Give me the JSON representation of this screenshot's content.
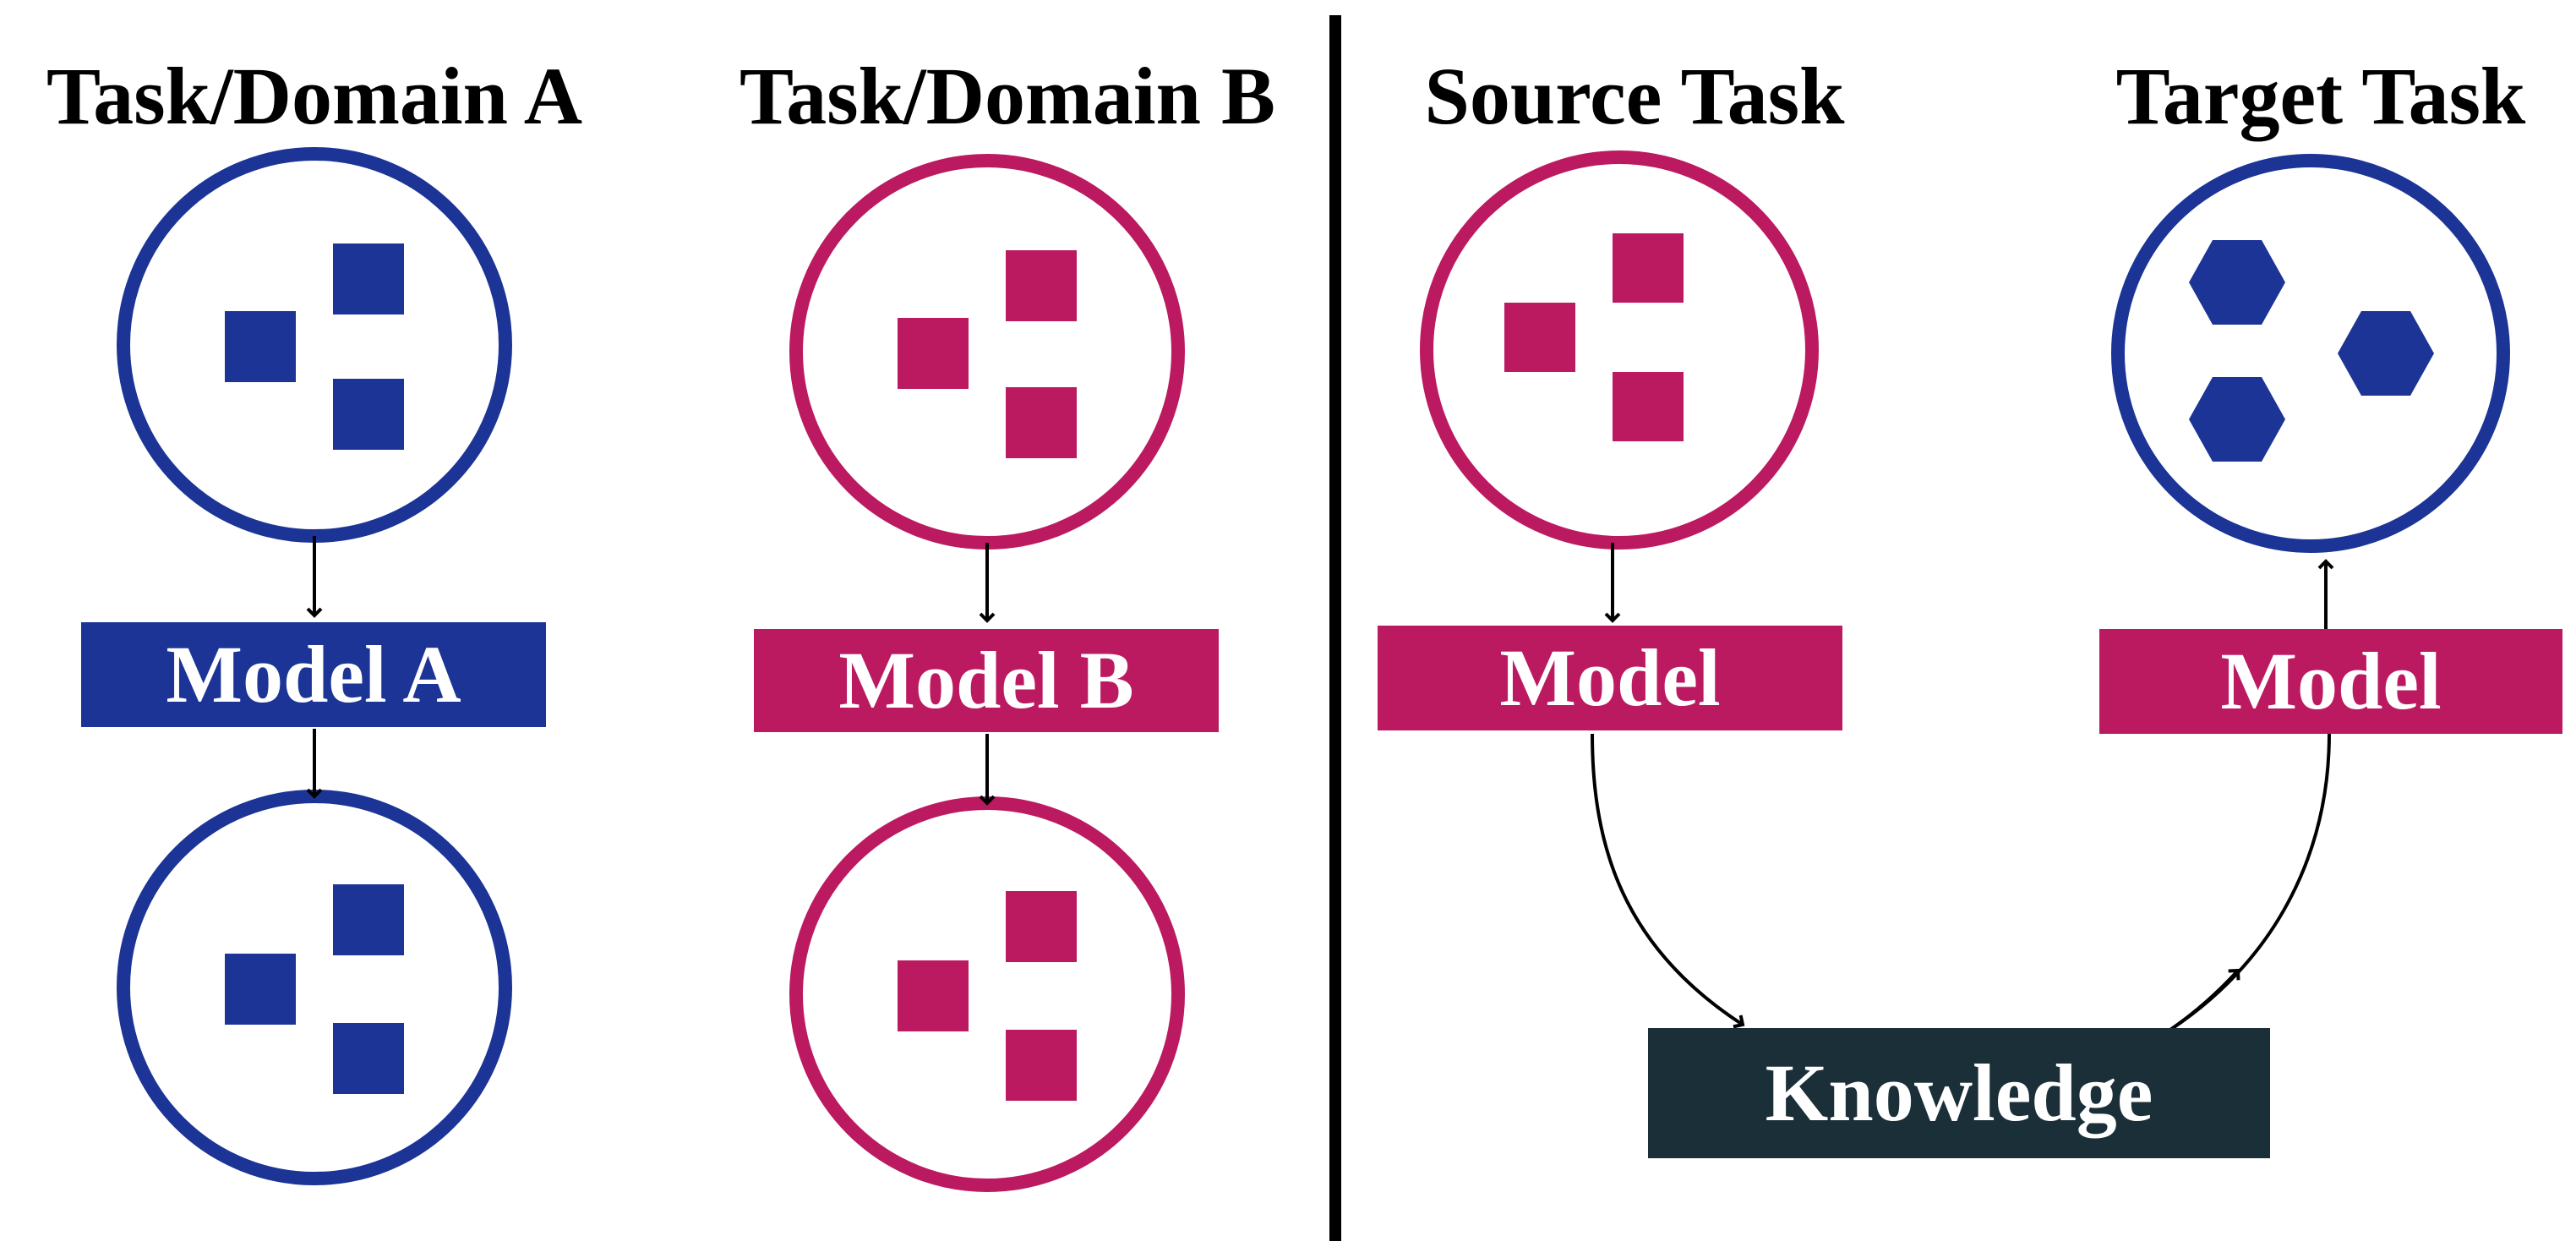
{
  "colors": {
    "blue": "#1b3496",
    "magenta": "#bc1a60",
    "dark": "#1a2f38",
    "arrow": "#000000"
  },
  "left_panel": {
    "domain_a": {
      "title": "Task/Domain A",
      "model_label": "Model A",
      "color": "blue"
    },
    "domain_b": {
      "title": "Task/Domain B",
      "model_label": "Model B",
      "color": "magenta"
    }
  },
  "right_panel": {
    "source": {
      "title": "Source Task",
      "model_label": "Model",
      "color": "magenta"
    },
    "target": {
      "title": "Target Task",
      "model_label": "Model",
      "color": "magenta"
    },
    "knowledge": {
      "label": "Knowledge",
      "color": "dark"
    }
  },
  "shapes": {
    "domain_a_top": "square-icon",
    "domain_a_bottom": "square-icon",
    "domain_b_top": "square-icon",
    "domain_b_bottom": "square-icon",
    "source": "square-icon",
    "target": "hexagon-icon"
  }
}
